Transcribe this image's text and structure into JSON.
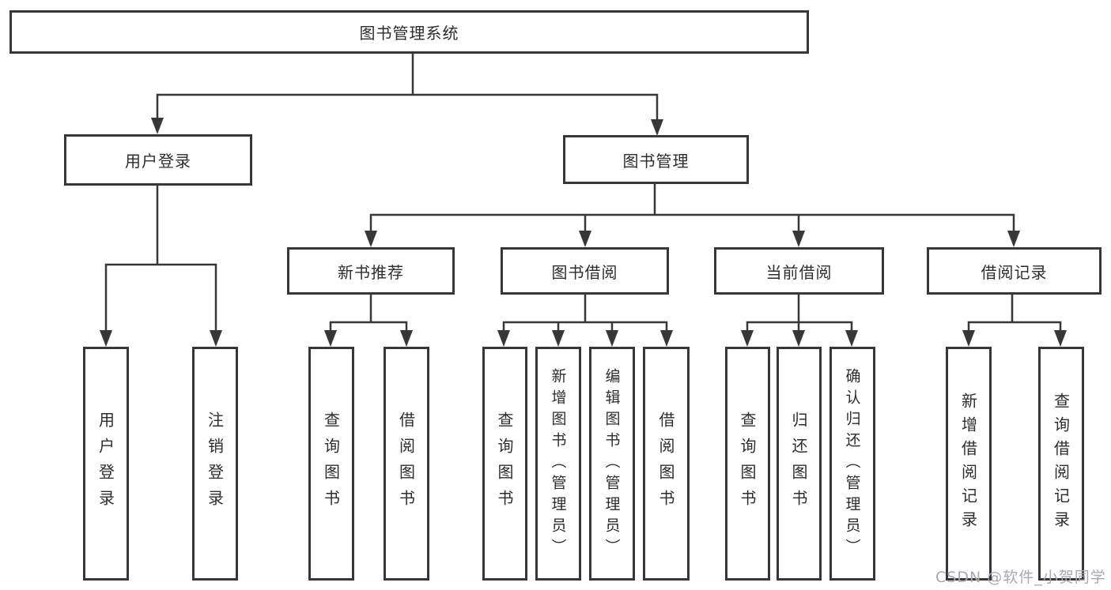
{
  "diagram": {
    "root": {
      "label": "图书管理系统"
    },
    "branches": [
      {
        "label": "用户登录",
        "children": [
          {
            "label": "用户登录"
          },
          {
            "label": "注销登录"
          }
        ]
      },
      {
        "label": "图书管理",
        "children": [
          {
            "label": "新书推荐",
            "children": [
              {
                "label": "查询图书"
              },
              {
                "label": "借阅图书"
              }
            ]
          },
          {
            "label": "图书借阅",
            "children": [
              {
                "label": "查询图书"
              },
              {
                "label": "新增图书（管理员）"
              },
              {
                "label": "编辑图书（管理员）"
              },
              {
                "label": "借阅图书"
              }
            ]
          },
          {
            "label": "当前借阅",
            "children": [
              {
                "label": "查询图书"
              },
              {
                "label": "归还图书"
              },
              {
                "label": "确认归还（管理员）"
              }
            ]
          },
          {
            "label": "借阅记录",
            "children": [
              {
                "label": "新增借阅记录"
              },
              {
                "label": "查询借阅记录"
              }
            ]
          }
        ]
      }
    ]
  },
  "watermark": {
    "text": "CSDN @软件_小贺同学"
  },
  "colors": {
    "line": "#373737",
    "box_border": "#373737",
    "text": "#2d2d2d",
    "watermark": "#a6aab0",
    "background": "#ffffff"
  }
}
